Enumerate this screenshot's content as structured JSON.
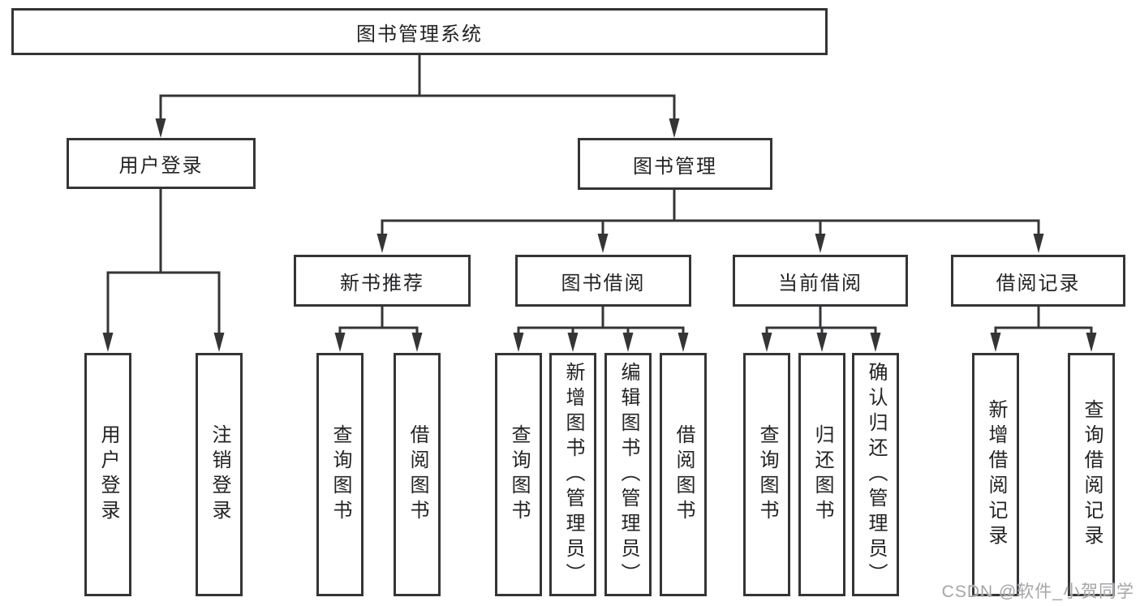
{
  "tree": {
    "label": "图书管理系统",
    "children": [
      {
        "label": "用户登录",
        "children": [
          {
            "label": "用户登录"
          },
          {
            "label": "注销登录"
          }
        ]
      },
      {
        "label": "图书管理",
        "children": [
          {
            "label": "新书推荐",
            "children": [
              {
                "label": "查询图书"
              },
              {
                "label": "借阅图书"
              }
            ]
          },
          {
            "label": "图书借阅",
            "children": [
              {
                "label": "查询图书"
              },
              {
                "label": "新增图书（管理员）"
              },
              {
                "label": "编辑图书（管理员）"
              },
              {
                "label": "借阅图书"
              }
            ]
          },
          {
            "label": "当前借阅",
            "children": [
              {
                "label": "查询图书"
              },
              {
                "label": "归还图书"
              },
              {
                "label": "确认归还（管理员）"
              }
            ]
          },
          {
            "label": "借阅记录",
            "children": [
              {
                "label": "新增借阅记录"
              },
              {
                "label": "查询借阅记录"
              }
            ]
          }
        ]
      }
    ]
  },
  "watermark": "CSDN @软件_小贺同学",
  "colors": {
    "line": "#353538",
    "box_border": "#353538",
    "text": "#232326",
    "watermark": "#a5a5aa",
    "background": "#ffffff"
  }
}
